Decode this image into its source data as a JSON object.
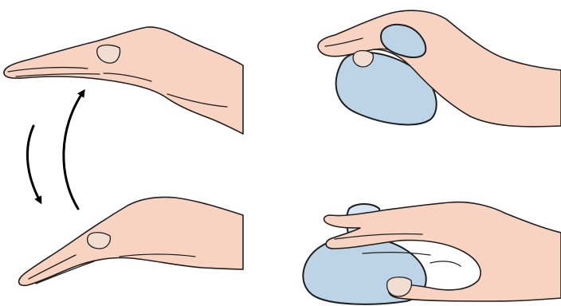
{
  "colors": {
    "skin": "#f8d3c1",
    "nail": "#f2ddd3",
    "ball": "#bcd4e6",
    "ball_light": "#d6e6f2",
    "outline": "#1e1e1e",
    "arrow": "#000000",
    "background": "#ffffff"
  },
  "panels": [
    {
      "id": "hand-flat-raised",
      "icon": "flat-hand-icon"
    },
    {
      "id": "hand-flat-lowered",
      "icon": "lowered-hand-icon"
    },
    {
      "id": "hand-gripping-ball",
      "icon": "grip-ball-icon"
    },
    {
      "id": "hand-pressing-ball",
      "icon": "press-ball-icon"
    }
  ],
  "arrows": [
    {
      "id": "arrow-down",
      "direction": "down"
    },
    {
      "id": "arrow-up",
      "direction": "up"
    }
  ]
}
